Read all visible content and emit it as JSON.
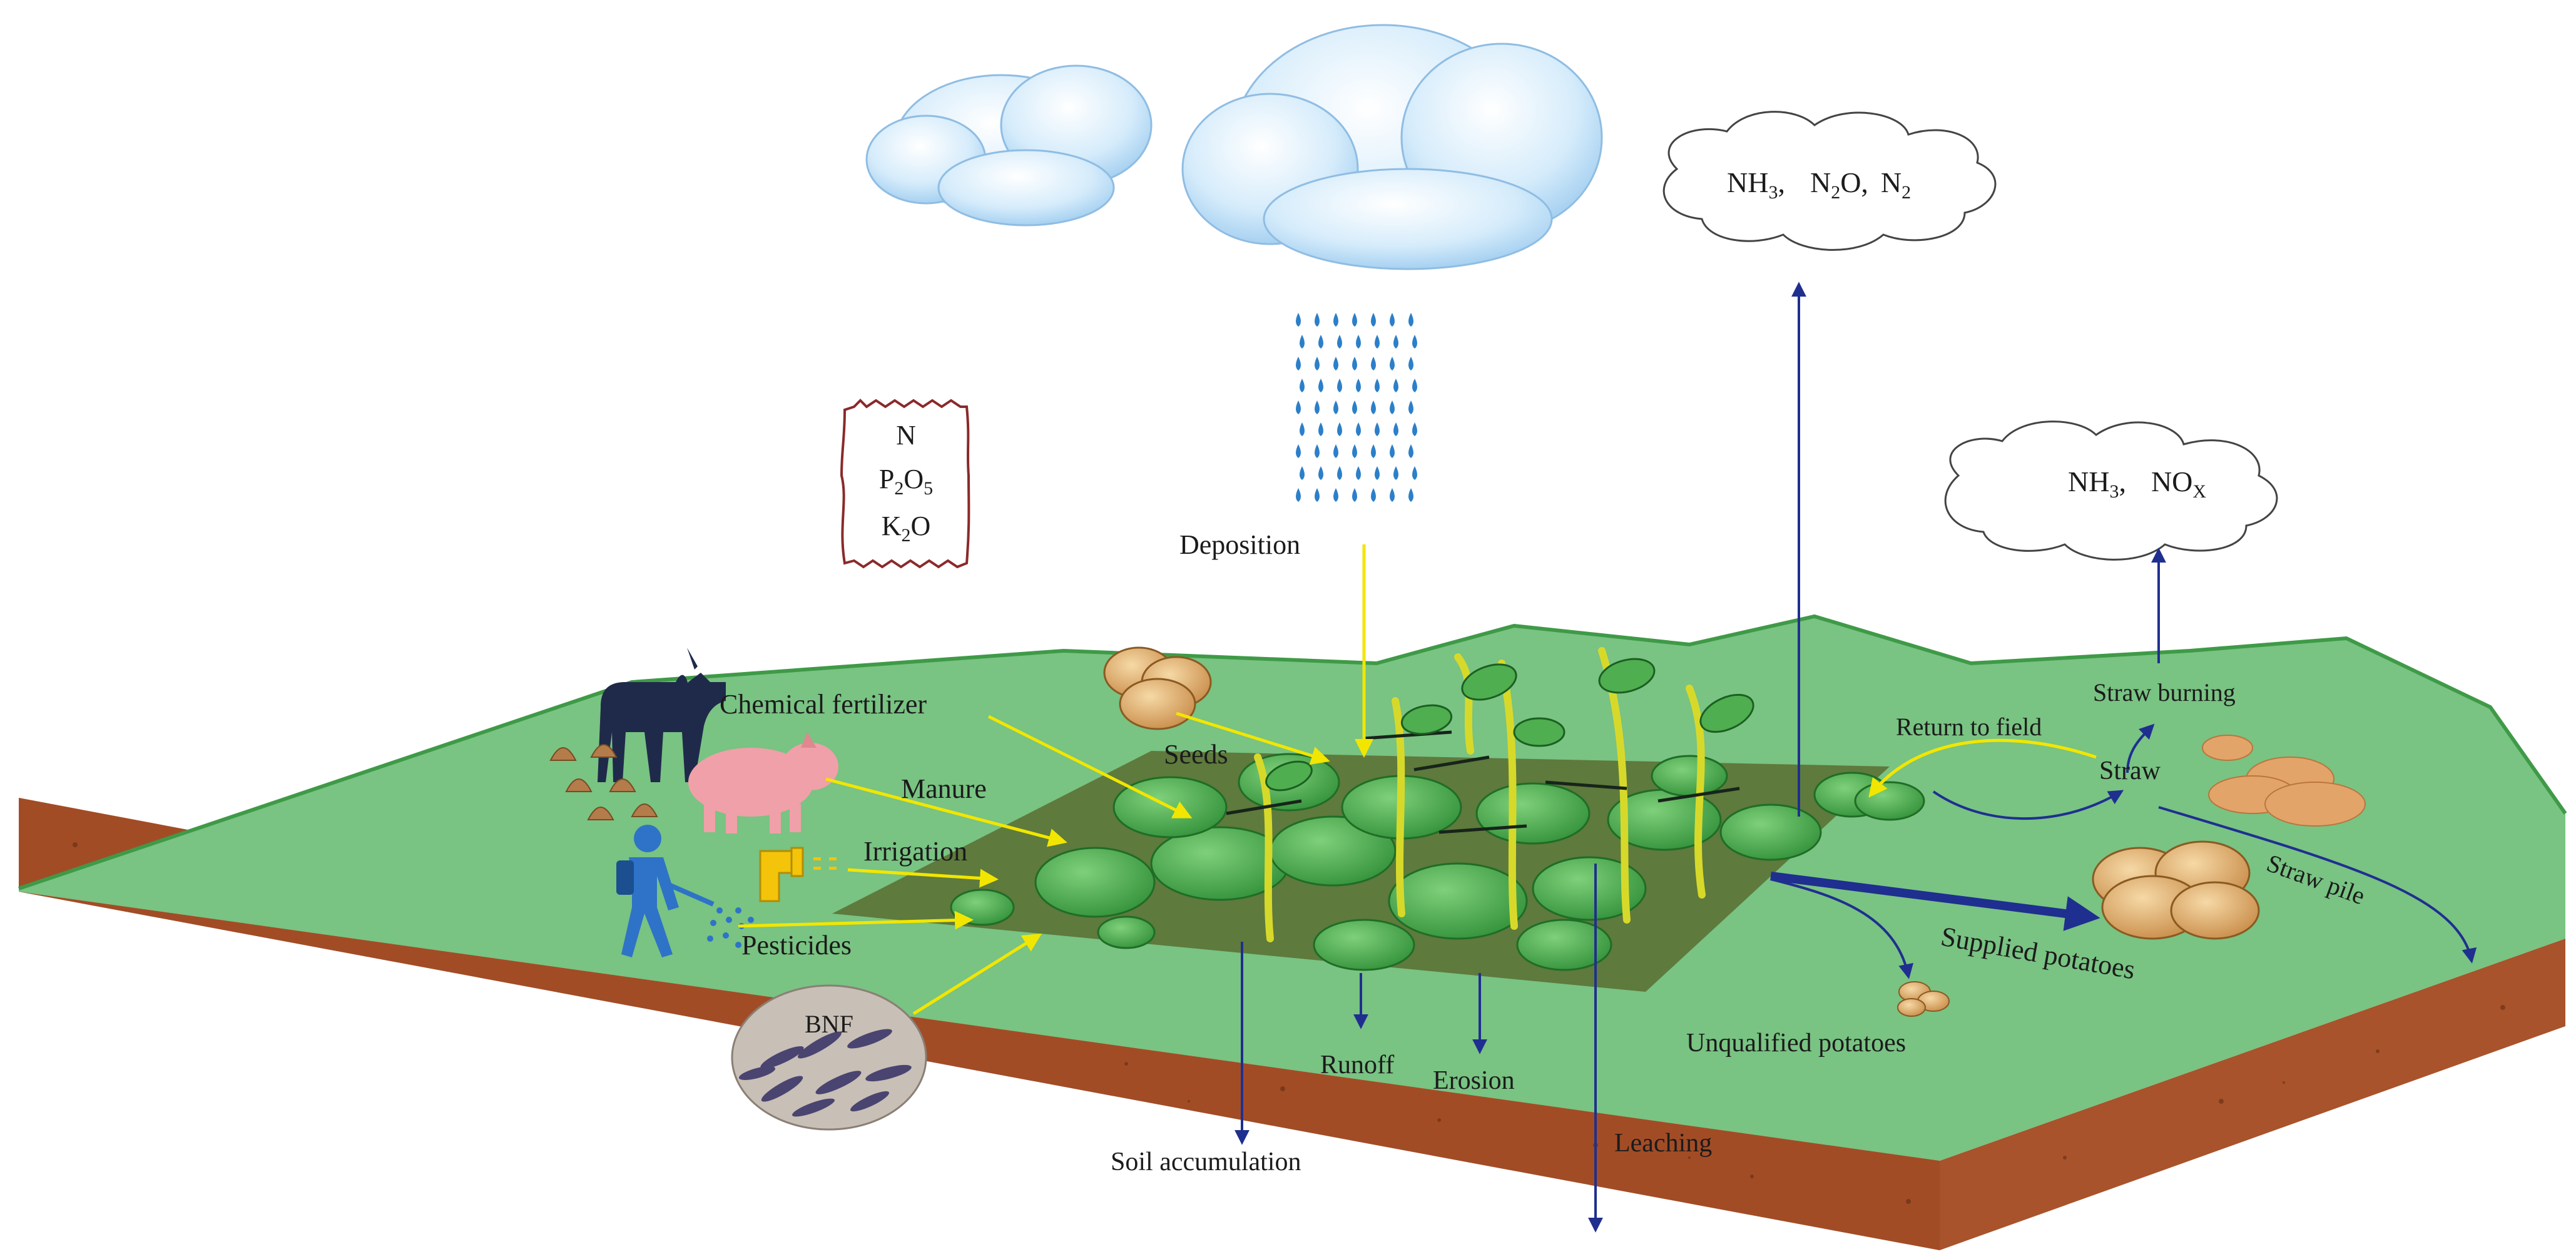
{
  "clouds": {
    "emissions_main": [
      "NH",
      "3",
      ",",
      "N",
      "2",
      "O,",
      "N",
      "2"
    ],
    "emissions_side": [
      "NH",
      "3",
      ",",
      "NO",
      "X"
    ]
  },
  "fertilizer_bag": {
    "n": "N",
    "p_main": "P",
    "p_sub": "2",
    "p_mid": "O",
    "p_sub2": "5",
    "k_main": "K",
    "k_sub": "2",
    "k_tail": "O"
  },
  "inputs": {
    "deposition": "Deposition",
    "chemical_fertilizer": "Chemical fertilizer",
    "manure": "Manure",
    "irrigation": "Irrigation",
    "pesticides": "Pesticides",
    "bnf": "BNF",
    "seeds": "Seeds"
  },
  "outputs": {
    "return_to_field": "Return to field",
    "straw_burning": "Straw burning",
    "straw": "Straw",
    "straw_pile": "Straw pile",
    "supplied_potatoes": "Supplied potatoes",
    "unqualified_potatoes": "Unqualified  potatoes",
    "runoff": "Runoff",
    "erosion": "Erosion",
    "soil_accumulation": "Soil accumulation",
    "leaching": "Leaching"
  },
  "colors": {
    "ground_top": "#79c383",
    "ground_edge": "#3f9a47",
    "soil": "#a8532b",
    "field": "#5e7a3c",
    "leaf": "#56b356",
    "input_arrow": "#f2e600",
    "output_arrow": "#1f2f8f",
    "sky_cloud": "#bfe1f8"
  }
}
